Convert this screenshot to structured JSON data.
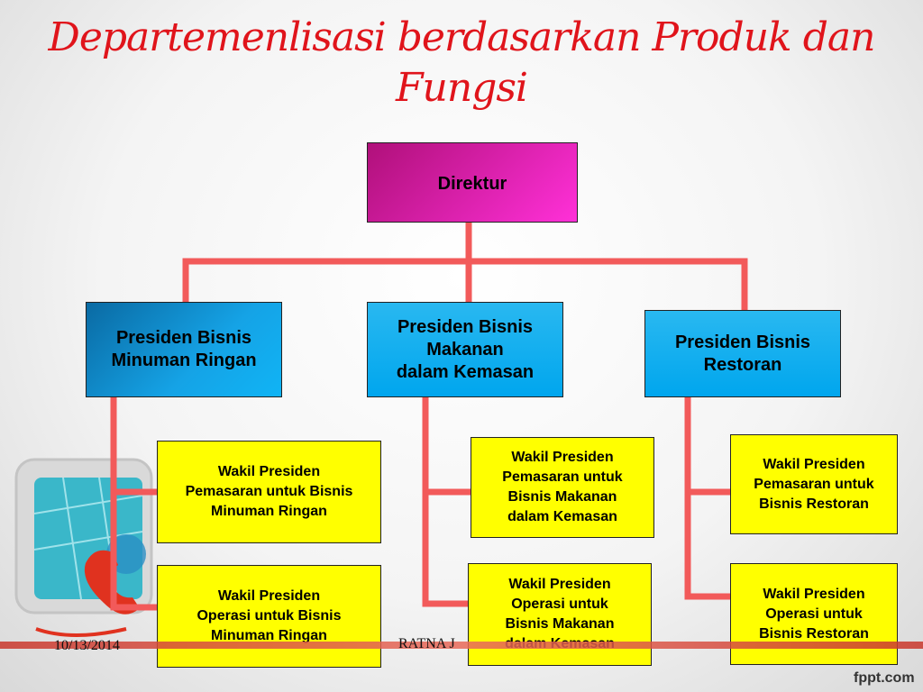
{
  "title": "Departemenlisasi  berdasarkan Produk dan\nFungsi",
  "director": {
    "label": "Direktur"
  },
  "presidents": [
    {
      "label": "Presiden Bisnis\nMinuman Ringan"
    },
    {
      "label": "Presiden Bisnis\nMakanan\ndalam Kemasan"
    },
    {
      "label": "Presiden Bisnis\nRestoran"
    }
  ],
  "vice_presidents": [
    {
      "label": "Wakil Presiden\nPemasaran untuk Bisnis\nMinuman Ringan"
    },
    {
      "label": "Wakil Presiden\nOperasi  untuk Bisnis\nMinuman Ringan"
    },
    {
      "label": "Wakil Presiden\nPemasaran untuk\nBisnis Makanan\ndalam Kemasan"
    },
    {
      "label": "Wakil Presiden\nOperasi  untuk\nBisnis Makanan\ndalam Kemasan"
    },
    {
      "label": "Wakil Presiden\nPemasaran untuk\nBisnis  Restoran"
    },
    {
      "label": "Wakil Presiden\nOperasi untuk\nBisnis  Restoran"
    }
  ],
  "footer": {
    "date": "10/13/2014",
    "author": "RATNA J",
    "brand": "fppt.com"
  },
  "colors": {
    "connector": "#f25a5a",
    "title": "#e0141b",
    "director": "#e020c0",
    "president": "#00a6ee",
    "vp": "#ffff00"
  }
}
